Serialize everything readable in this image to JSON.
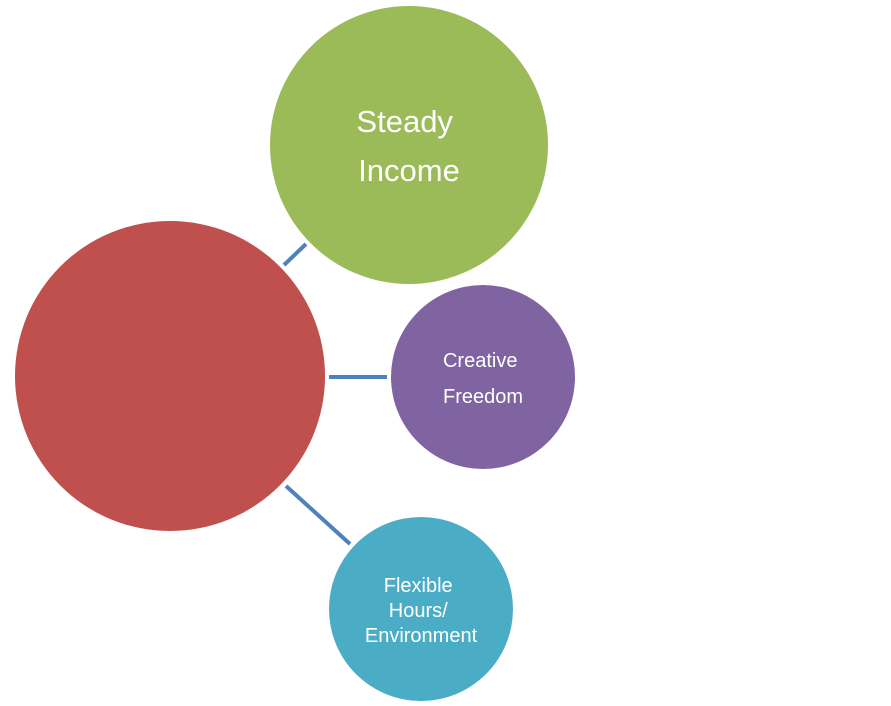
{
  "diagram": {
    "central": {
      "label": "",
      "color": "#C0504D"
    },
    "connector_color": "#4F81BD",
    "nodes": [
      {
        "label_lines": [
          "Steady",
          "Income"
        ],
        "color": "#9BBB59"
      },
      {
        "label_lines": [
          "Creative",
          "Freedom"
        ],
        "color": "#8064A2"
      },
      {
        "label_lines": [
          "Flexible",
          "Hours/",
          "Environment"
        ],
        "color": "#4BACC6"
      }
    ]
  }
}
